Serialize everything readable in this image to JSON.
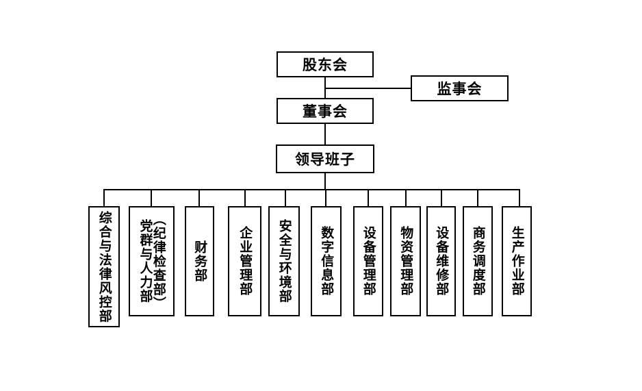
{
  "chart": {
    "type": "org-chart",
    "title": "",
    "background_color": "#ffffff",
    "line_color": "#000000",
    "text_color": "#000000"
  },
  "governance": {
    "shareholders": {
      "label": "股东会"
    },
    "supervisors": {
      "label": "监事会"
    },
    "directors": {
      "label": "董事会"
    },
    "leadership": {
      "label": "领导班子"
    }
  },
  "departments": [
    {
      "id": "legal-risk",
      "lines": [
        "综合与法律风控部"
      ]
    },
    {
      "id": "party-hr",
      "lines": [
        "（纪律检查部）",
        "党群与人力部"
      ]
    },
    {
      "id": "finance",
      "lines": [
        "财务部"
      ]
    },
    {
      "id": "enterprise-mgmt",
      "lines": [
        "企业管理部"
      ]
    },
    {
      "id": "safety-env",
      "lines": [
        "安全与环境部"
      ]
    },
    {
      "id": "digital-info",
      "lines": [
        "数字信息部"
      ]
    },
    {
      "id": "equipment-mgmt",
      "lines": [
        "设备管理部"
      ]
    },
    {
      "id": "materials-mgmt",
      "lines": [
        "物资管理部"
      ]
    },
    {
      "id": "equipment-repair",
      "lines": [
        "设备维修部"
      ]
    },
    {
      "id": "business-dispatch",
      "lines": [
        "商务调度部"
      ]
    },
    {
      "id": "production-ops",
      "lines": [
        "生产作业部"
      ]
    }
  ]
}
